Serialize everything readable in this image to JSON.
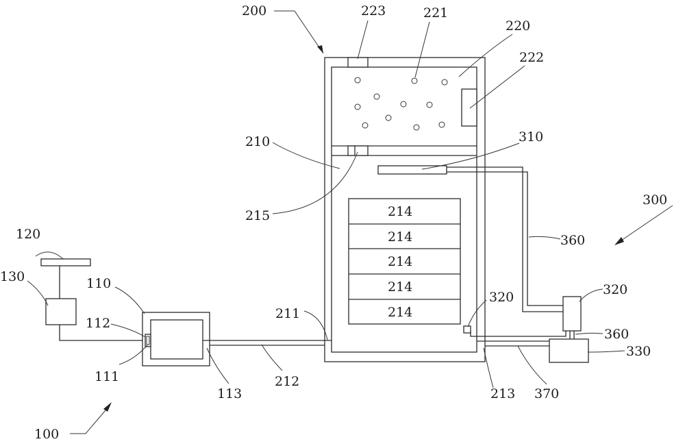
{
  "labels": {
    "l100": "100",
    "l110": "110",
    "l111": "111",
    "l112": "112",
    "l113": "113",
    "l120": "120",
    "l130": "130",
    "l200": "200",
    "l210": "210",
    "l211": "211",
    "l212": "212",
    "l213": "213",
    "l214a": "214",
    "l214b": "214",
    "l214c": "214",
    "l214d": "214",
    "l214e": "214",
    "l215": "215",
    "l220": "220",
    "l221": "221",
    "l222": "222",
    "l223": "223",
    "l300": "300",
    "l310": "310",
    "l320a": "320",
    "l320b": "320",
    "l330": "330",
    "l360a": "360",
    "l360b": "360",
    "l370": "370"
  }
}
